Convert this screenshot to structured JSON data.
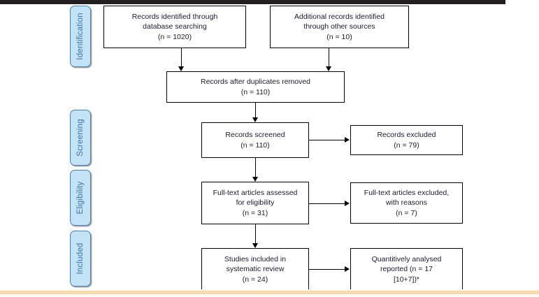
{
  "diagram": {
    "type": "prisma-flow-diagram",
    "stages": [
      {
        "id": "identification",
        "label": "Identification"
      },
      {
        "id": "screening",
        "label": "Screening"
      },
      {
        "id": "eligibility",
        "label": "Eligibility"
      },
      {
        "id": "included",
        "label": "Included"
      }
    ],
    "boxes": [
      {
        "id": "records-identified-database",
        "text": "Records identified through\ndatabase searching\n(n = 1020)",
        "count": 1020
      },
      {
        "id": "additional-records-other-sources",
        "text": "Additional records identified\nthrough other sources\n(n = 10)",
        "count": 10
      },
      {
        "id": "records-after-duplicates-removed",
        "text": "Records after duplicates removed\n(n = 110)",
        "count": 110
      },
      {
        "id": "records-screened",
        "text": "Records screened\n(n = 110)",
        "count": 110
      },
      {
        "id": "records-excluded",
        "text": "Records excluded\n(n = 79)",
        "count": 79
      },
      {
        "id": "full-text-assessed",
        "text": "Full-text articles assessed\nfor eligibility\n(n = 31)",
        "count": 31
      },
      {
        "id": "full-text-excluded",
        "text": "Full-text articles excluded,\nwith reasons\n(n = 7)",
        "count": 7
      },
      {
        "id": "studies-included",
        "text": "Studies included in\nsystematic review\n(n = 24)",
        "count": 24
      },
      {
        "id": "quantitatively-analysed",
        "text": "Quantitively analysed\nreported (n = 17\n[10+7])*",
        "count": 17
      }
    ],
    "colors": {
      "tab_fill": "#c5e3f6",
      "tab_border": "#4a81b8",
      "tab_text": "#3b6fb0",
      "box_border": "#000000",
      "box_text": "#1a1a2e",
      "top_band": "#231f20",
      "bottom_rule": "#fbd9a8"
    }
  }
}
